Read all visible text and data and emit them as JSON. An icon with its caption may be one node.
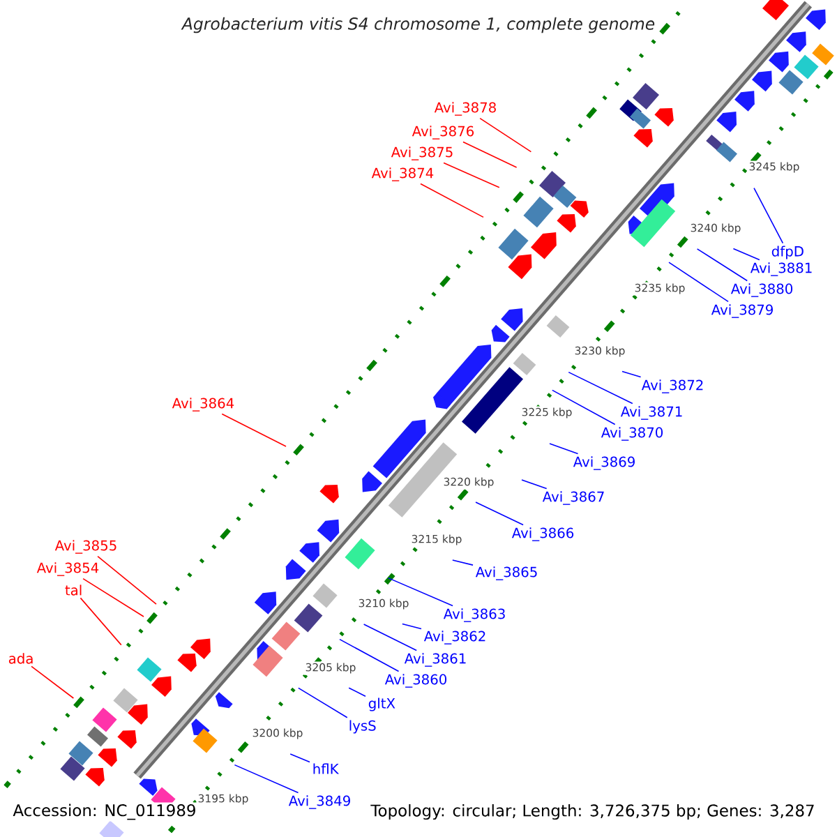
{
  "diagram": {
    "title": "Agrobacterium vitis S4 chromosome 1, complete genome",
    "nodes": [
      {
        "text": [
          "Avi_3878"
        ]
      },
      {
        "text": [
          "Avi_3876"
        ]
      },
      {
        "text": [
          "Avi_3875"
        ]
      },
      {
        "text": [
          "Avi_3874"
        ]
      },
      {
        "text": [
          "dfpD"
        ]
      },
      {
        "text": [
          "Avi_3881"
        ]
      },
      {
        "text": [
          "Avi_3880"
        ]
      },
      {
        "text": [
          "Avi_3879"
        ]
      },
      {
        "text": [
          "Avi_3872"
        ]
      },
      {
        "text": [
          "Avi_3864"
        ]
      },
      {
        "text": [
          "Avi_3871"
        ]
      },
      {
        "text": [
          "Avi_3870"
        ]
      },
      {
        "text": [
          "Avi_3869"
        ]
      },
      {
        "text": [
          "Avi_3867"
        ]
      },
      {
        "text": [
          "Avi_3866"
        ]
      },
      {
        "text": [
          "Avi_3855"
        ]
      },
      {
        "text": [
          "Avi_3854"
        ]
      },
      {
        "text": [
          "Avi_3865"
        ]
      },
      {
        "text": [
          "tal"
        ]
      },
      {
        "text": [
          "Avi_3863"
        ]
      },
      {
        "text": [
          "Avi_3862"
        ]
      },
      {
        "text": [
          "ada"
        ]
      },
      {
        "text": [
          "Avi_3861"
        ]
      },
      {
        "text": [
          "Avi_3860"
        ]
      },
      {
        "text": [
          "gltX"
        ]
      },
      {
        "text": [
          "lysS"
        ]
      },
      {
        "text": [
          "hflK"
        ]
      },
      {
        "text": [
          "Avi_3849"
        ]
      }
    ],
    "edges": [
      {
        "from": 0,
        "to": null,
        "arrow": "none",
        "color": "#ff0000"
      },
      {
        "from": 1,
        "to": null,
        "arrow": "none",
        "color": "#ff0000"
      },
      {
        "from": 2,
        "to": null,
        "arrow": "none",
        "color": "#ff0000"
      },
      {
        "from": 3,
        "to": null,
        "arrow": "none",
        "color": "#ff0000"
      },
      {
        "from": 4,
        "to": null,
        "arrow": "none"
      },
      {
        "from": 5,
        "to": null,
        "arrow": "none"
      },
      {
        "from": 6,
        "to": null,
        "arrow": "none"
      },
      {
        "from": 7,
        "to": null,
        "arrow": "none"
      },
      {
        "from": 8,
        "to": null,
        "arrow": "none"
      },
      {
        "from": 9,
        "to": null,
        "arrow": "none",
        "color": "#ff0000"
      },
      {
        "from": 10,
        "to": null,
        "arrow": "none"
      },
      {
        "from": 11,
        "to": null,
        "arrow": "none"
      },
      {
        "from": 12,
        "to": null,
        "arrow": "none"
      },
      {
        "from": 13,
        "to": null,
        "arrow": "none"
      },
      {
        "from": 14,
        "to": null,
        "arrow": "none"
      },
      {
        "from": 15,
        "to": null,
        "arrow": "none",
        "color": "#ff0000"
      },
      {
        "from": 16,
        "to": null,
        "arrow": "none",
        "color": "#ff0000"
      },
      {
        "from": 17,
        "to": null,
        "arrow": "none"
      },
      {
        "from": 18,
        "to": null,
        "arrow": "none",
        "color": "#ff0000"
      },
      {
        "from": 19,
        "to": null,
        "arrow": "none"
      },
      {
        "from": 20,
        "to": null,
        "arrow": "none"
      },
      {
        "from": 21,
        "to": null,
        "arrow": "none",
        "color": "#ff0000"
      },
      {
        "from": 22,
        "to": null,
        "arrow": "none"
      },
      {
        "from": 23,
        "to": null,
        "arrow": "none"
      },
      {
        "from": 24,
        "to": null,
        "arrow": "none"
      },
      {
        "from": 25,
        "to": null,
        "arrow": "none"
      },
      {
        "from": 26,
        "to": null,
        "arrow": "none"
      },
      {
        "from": 27,
        "to": null,
        "arrow": "none"
      }
    ],
    "labels": [
      "3245 kbp",
      "3240 kbp",
      "3235 kbp",
      "3230 kbp",
      "3225 kbp",
      "3220 kbp",
      "3215 kbp",
      "3210 kbp",
      "3205 kbp",
      "3200 kbp",
      "3195 kbp",
      "Accession: NC_011989",
      "Topology: circular; Length: 3,726,375 bp; Genes: 3,287"
    ]
  }
}
